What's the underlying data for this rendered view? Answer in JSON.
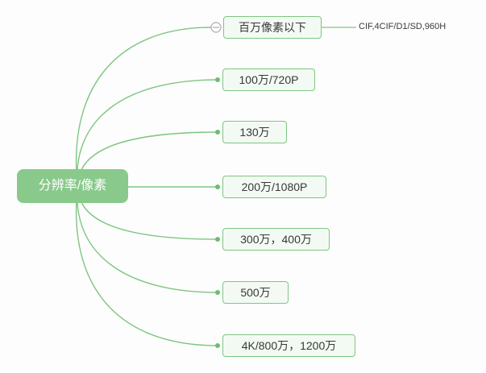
{
  "diagram": {
    "type": "mindmap",
    "root": {
      "label": "分辨率/像素"
    },
    "nodes": [
      {
        "label": "百万像素以下"
      },
      {
        "label": "100万/720P"
      },
      {
        "label": "130万"
      },
      {
        "label": "200万/1080P"
      },
      {
        "label": "300万，400万"
      },
      {
        "label": "500万"
      },
      {
        "label": "4K/800万，1200万"
      }
    ],
    "leaf": {
      "label": "CIF,4CIF/D1/SD,960H",
      "parent": "百万像素以下"
    },
    "icons": {
      "collapse": "minus-circle-icon"
    },
    "colors": {
      "background": "#fdfdfd",
      "line": "#7ec682",
      "root_fill": "#89c98b",
      "root_text": "#ffffff",
      "node_fill": "#f3faf3",
      "node_border": "#7ec682",
      "node_text": "#383838",
      "dot": "#6cbd72",
      "collapse_icon": "#ababab",
      "leaf_text": "#3a3a3a"
    }
  }
}
